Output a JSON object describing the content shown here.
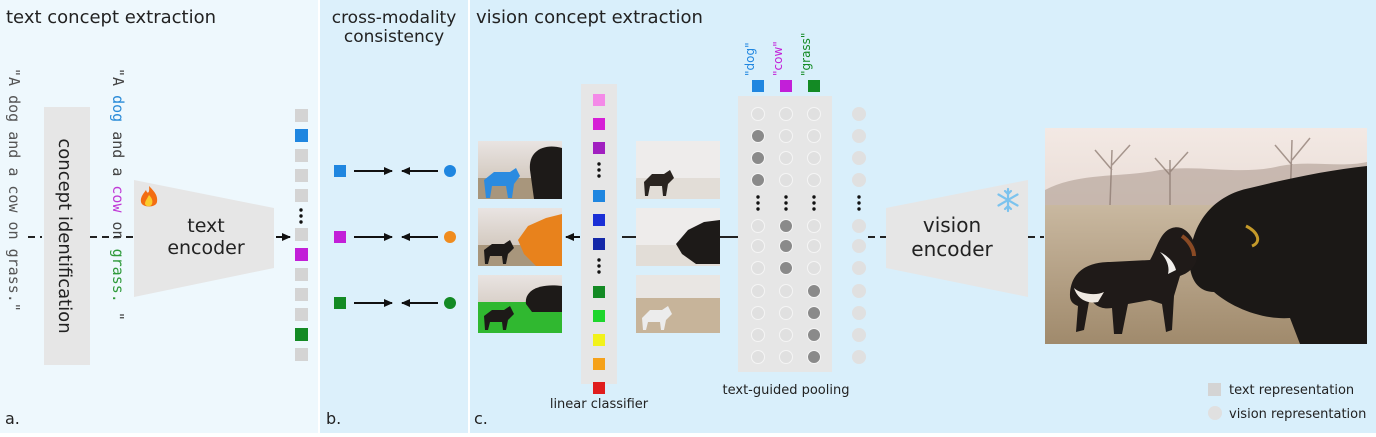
{
  "panels": {
    "a": {
      "title": "text concept extraction",
      "letter": "a."
    },
    "b": {
      "title_line1": "cross-modality",
      "title_line2": "consistency",
      "letter": "b."
    },
    "c": {
      "title": "vision concept extraction",
      "letter": "c."
    }
  },
  "caption": {
    "quote_open": "\"A",
    "words": [
      {
        "text": "dog",
        "color": "#2a8bd8"
      },
      {
        "text": "and",
        "color": "#444444"
      },
      {
        "text": "a",
        "color": "#444444"
      },
      {
        "text": "cow",
        "color": "#c03ad6"
      },
      {
        "text": "on",
        "color": "#444444"
      },
      {
        "text": "grass.",
        "color": "#2f9a3a"
      }
    ],
    "quote_close": "\"",
    "plain": "\"A dog and a cow on grass.\""
  },
  "blocks": {
    "concept_identification": "concept identification",
    "text_encoder_line1": "text",
    "text_encoder_line2": "encoder",
    "vision_encoder_line1": "vision",
    "vision_encoder_line2": "encoder"
  },
  "concepts": [
    {
      "label": "\"dog\"",
      "color": "#1f86e0"
    },
    {
      "label": "\"cow\"",
      "color": "#c21fd8"
    },
    {
      "label": "\"grass\"",
      "color": "#138a24"
    }
  ],
  "consistency_vision_colors": [
    "#1f86e0",
    "#f08c1e",
    "#138a24"
  ],
  "classifier_colors_top": [
    "#f48ae8",
    "#d61fd6",
    "#a11fc0"
  ],
  "classifier_colors_bottom": [
    "#1f86e0",
    "#1a2fd6",
    "#1428a8",
    "#138a24",
    "#1ed62c",
    "#f2f21a",
    "#f5a11a",
    "#e01c1c"
  ],
  "labels": {
    "linear_classifier": "linear classifier",
    "text_guided_pooling": "text-guided pooling"
  },
  "legend": {
    "text_rep": "text representation",
    "vision_rep": "vision representation"
  },
  "icons": {
    "fire": "fire-icon",
    "snowflake": "snowflake-icon"
  },
  "colors": {
    "panel_a_bg": "#eef8fd",
    "panel_b_bg": "#dcf0fb",
    "panel_c_bg": "#d9effb",
    "block_fill": "#e6e6e6",
    "text_token": "#d4d4d4",
    "vision_token": "#e0e0e0",
    "vision_token_dark": "#8a8a8a"
  }
}
